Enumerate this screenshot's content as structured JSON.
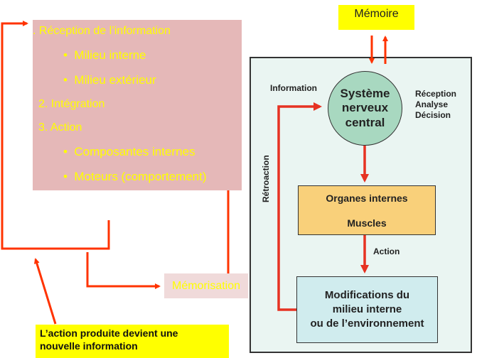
{
  "steps_box": {
    "lines": [
      ". Réception de l’information",
      "Milieu interne",
      "Milieu extérieur",
      "2. Intégration",
      "3. Action",
      "Composantes internes",
      "Moteurs (comportement)"
    ],
    "bullet": "•"
  },
  "memoire_label": "Mémoire",
  "memorisation_label": "Mémorisation",
  "circle": {
    "line1": "Système",
    "line2": "nerveux",
    "line3": "central"
  },
  "labels": {
    "information": "Information",
    "reception": "Réception",
    "analyse": "Analyse",
    "decision": "Décision",
    "retroaction": "Rétroaction",
    "action": "Action"
  },
  "organes": {
    "line1": "Organes internes",
    "line2": "Muscles"
  },
  "modifications": {
    "line1": "Modifications du",
    "line2": "milieu interne",
    "line3": "ou de l’environnement"
  },
  "note": {
    "line1": "L’action produite devient une",
    "line2": "nouvelle information"
  },
  "colors": {
    "arrow": "#ff3300",
    "steps_bg": "#e5b8b8",
    "steps_text": "#ffff00",
    "highlight": "#ffff00",
    "circle_fill": "#a8d8c0",
    "organes_fill": "#f9d07a",
    "modif_fill": "#d0ecee"
  }
}
